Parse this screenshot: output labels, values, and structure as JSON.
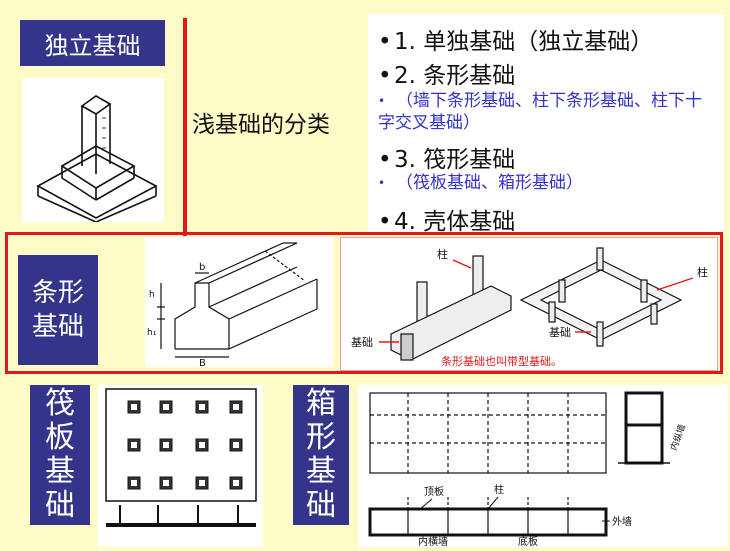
{
  "labels": {
    "isolated": "独立基础",
    "strip": "条形基础",
    "raft": "筏板基础",
    "box": "箱形基础"
  },
  "center_text": "浅基础的分类",
  "list": {
    "item1": "1. 单独基础（独立基础）",
    "item2": "2. 条形基础",
    "item2_sub": "（墙下条形基础、柱下条形基础、柱下十字交叉基础）",
    "item3": "3. 筏形基础",
    "item3_sub": "（筏板基础、箱形基础）",
    "item4": "4. 壳体基础"
  },
  "strip_dims": {
    "b": "b",
    "B": "B",
    "h": "h",
    "h1": "h₁"
  },
  "strip_callouts": {
    "column_left": "柱",
    "column_right": "柱",
    "foundation_left": "基础",
    "foundation_right": "基础",
    "note": "条形基础也叫带型基础。"
  },
  "box_callouts": {
    "top_slab": "顶板",
    "column": "柱",
    "outer_wall": "外墙",
    "inner_wall": "内横墙",
    "bottom_slab": "底板",
    "inner_long_wall": "内纵墙"
  },
  "colors": {
    "background": "#fdfcc8",
    "label_fill": "#33348a",
    "accent_red": "#e01818",
    "sub_text": "#3333cc"
  }
}
